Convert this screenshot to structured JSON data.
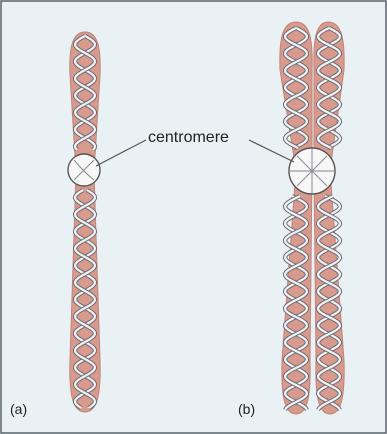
{
  "figure": {
    "label_centromere": "centromere",
    "label_a": "(a)",
    "label_b": "(b)"
  },
  "colors": {
    "background": "#e9f1f5",
    "frame": "#5f6b72",
    "chromatid_fill": "#d99a8e",
    "chromatid_edge": "#c08478",
    "helix_stroke": "#6b6b73",
    "helix_fill": "#f2f2f4",
    "centromere_fill": "#f7f7f7",
    "leader_line": "#555555"
  }
}
